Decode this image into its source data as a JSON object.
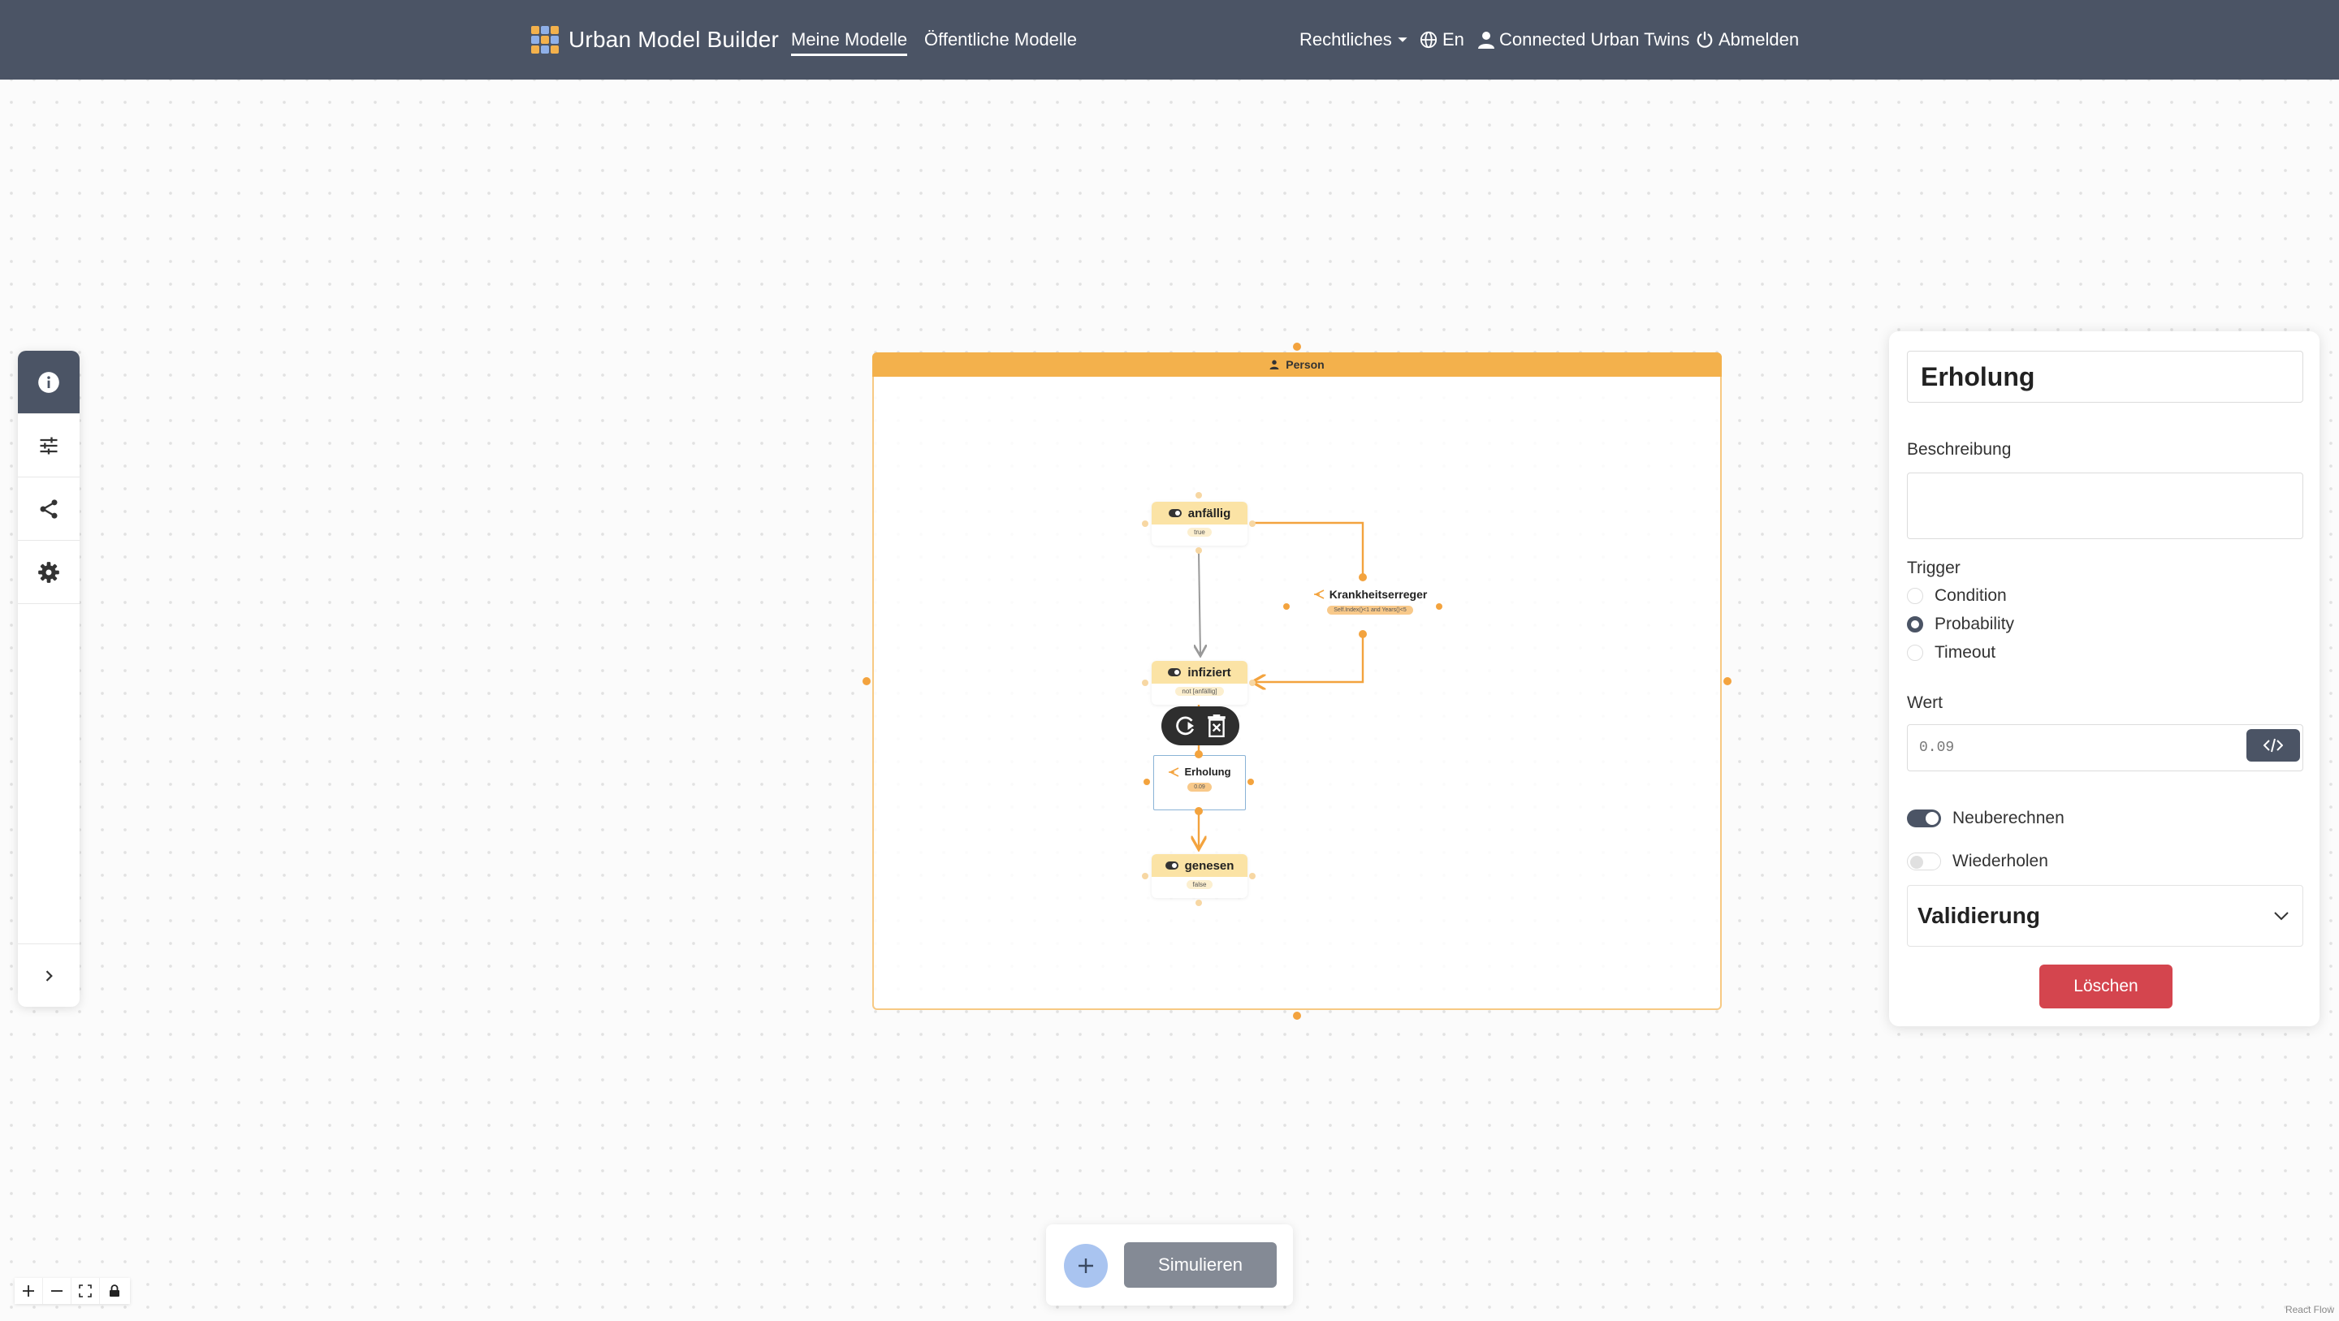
{
  "navbar": {
    "brand": "Urban Model Builder",
    "links": [
      "Meine Modelle",
      "Öffentliche Modelle"
    ],
    "legal": "Rechtliches",
    "language": "En",
    "user": "Connected Urban Twins",
    "logout": "Abmelden"
  },
  "canvas": {
    "group_label": "Person",
    "nodes": {
      "anfaellig": {
        "label": "anfällig",
        "value": "true"
      },
      "infiziert": {
        "label": "infiziert",
        "value": "not [anfällig]"
      },
      "genesen": {
        "label": "genesen",
        "value": "false"
      },
      "erholung": {
        "label": "Erholung",
        "value": "0.09"
      },
      "krankheitserreger": {
        "label": "Krankheitserreger",
        "value": "Self.Index()<1 and Years()<5"
      }
    }
  },
  "panel": {
    "title": "Erholung",
    "description_label": "Beschreibung",
    "description_value": "",
    "trigger_label": "Trigger",
    "trigger_options": [
      "Condition",
      "Probability",
      "Timeout"
    ],
    "trigger_selected": "Probability",
    "value_label": "Wert",
    "value": "0.09",
    "recalculate_label": "Neuberechnen",
    "recalculate_on": true,
    "repeat_label": "Wiederholen",
    "repeat_on": false,
    "validation_label": "Validierung",
    "delete_label": "Löschen"
  },
  "bottom_bar": {
    "simulate_label": "Simulieren"
  },
  "attribution": "React Flow",
  "colors": {
    "navbar_bg": "#4b5465",
    "group_header": "#f3b14c",
    "state_header": "#fbe3a5",
    "edge": "#f3a33e",
    "delete_btn": "#d4454e",
    "simulate_btn": "#848a95",
    "add_btn": "#a9c4f0"
  },
  "icons": {
    "left_toolbar": [
      "info-icon",
      "sliders-icon",
      "share-icon",
      "gear-icon",
      "chevron-right-icon"
    ],
    "zoom": [
      "plus-icon",
      "minus-icon",
      "fit-view-icon",
      "lock-icon"
    ]
  }
}
